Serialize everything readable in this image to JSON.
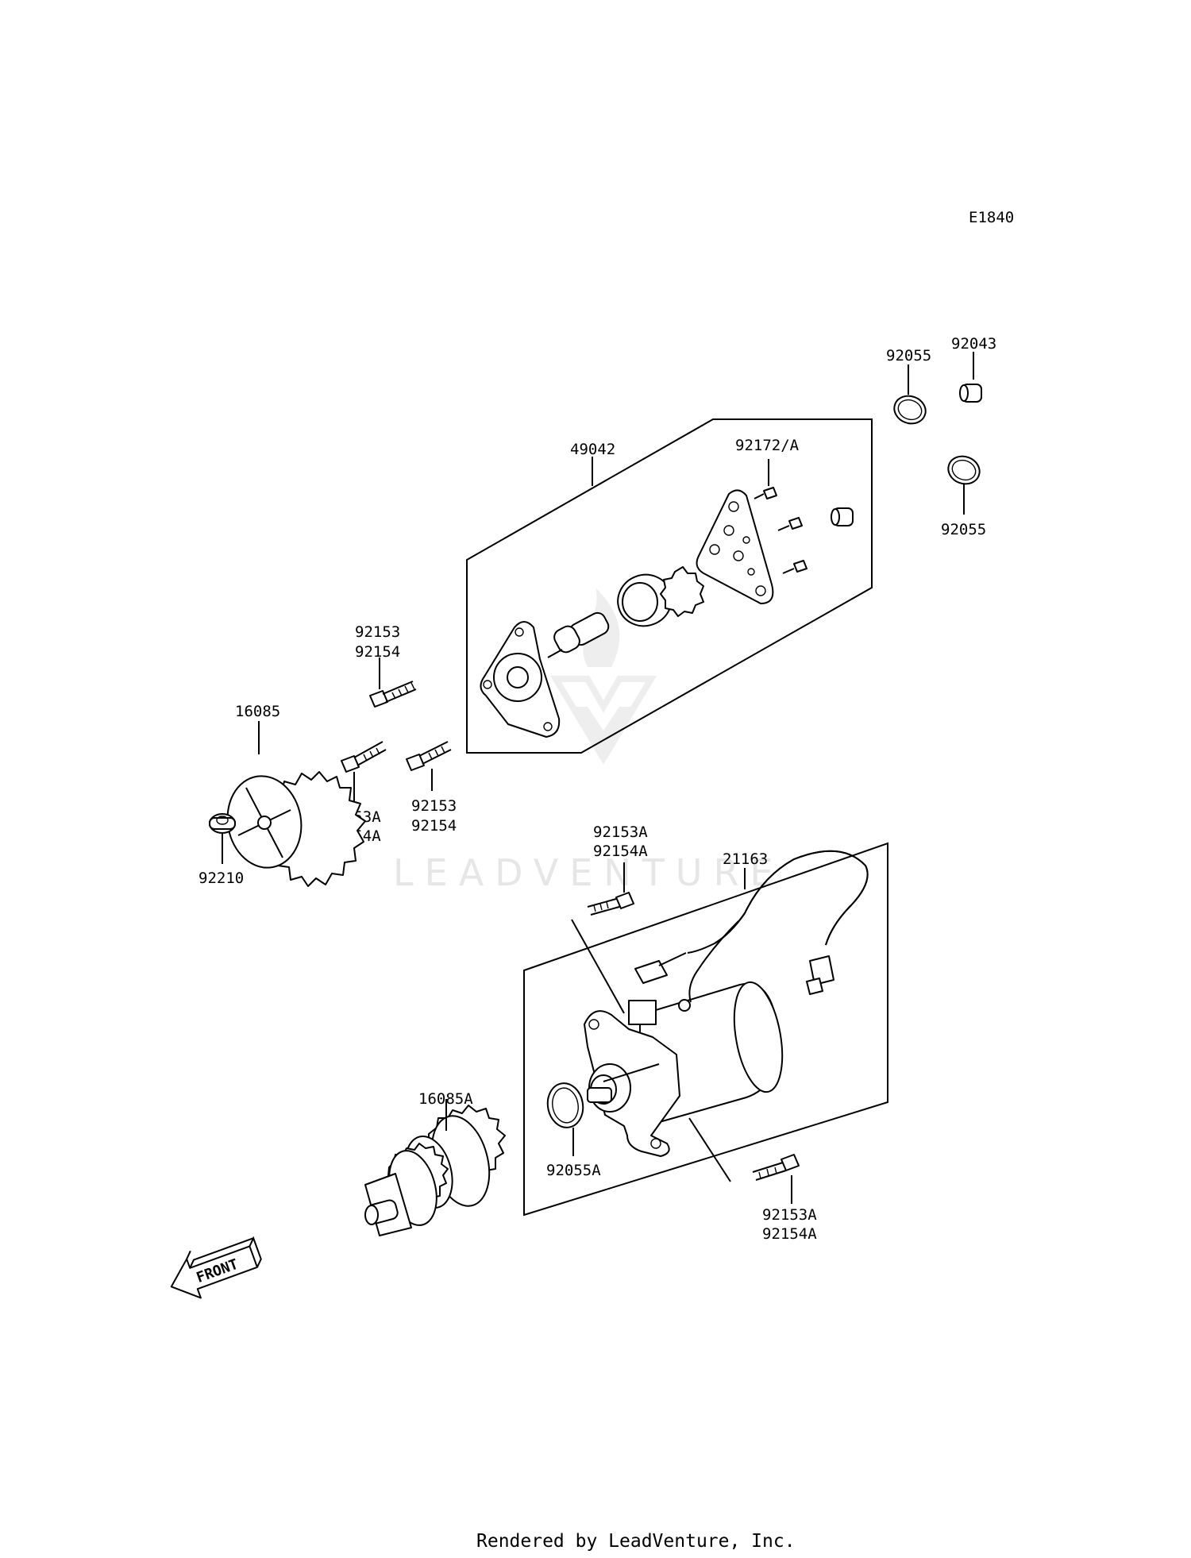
{
  "diagram_code": "E1840",
  "footer_text": "Rendered by LeadVenture, Inc.",
  "watermark_text": "LEADVENTURE",
  "front_label": "FRONT",
  "labels": {
    "p92043": "92043",
    "p92055_top": "92055",
    "p92055_mid": "92055",
    "p49042": "49042",
    "p92172": "92172/A",
    "p92153_a1": "92153",
    "p92154_a1": "92154",
    "p16085": "16085",
    "p92153A_a": "92153A",
    "p92154A_a": "92154A",
    "p92153_b1": "92153",
    "p92154_b1": "92154",
    "p92210": "92210",
    "p92153A_b": "92153A",
    "p92154A_b": "92154A",
    "p21163": "21163",
    "p16085A": "16085A",
    "p92055A": "92055A",
    "p92153A_c": "92153A",
    "p92154A_c": "92154A"
  },
  "colors": {
    "line": "#000000",
    "watermark": "#e6e6e6",
    "background": "#ffffff"
  }
}
